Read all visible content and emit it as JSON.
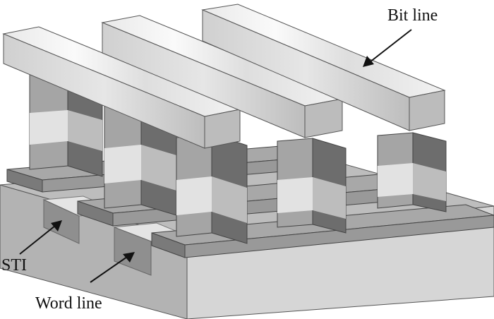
{
  "labels": {
    "bit_line": "Bit line",
    "sti": "STI",
    "word_line": "Word line"
  },
  "colors": {
    "background": "#ffffff",
    "substrate_top": "#bdbdbd",
    "substrate_front": "#d6d6d6",
    "substrate_side": "#9c9c9c",
    "dark_band": "#6e6e6e",
    "mid_band": "#a2a2a2",
    "light_band": "#e3e3e3",
    "bit_line_top": "#f4f4f4",
    "bit_line_side": "#c9c9c9",
    "text": "#111111"
  }
}
